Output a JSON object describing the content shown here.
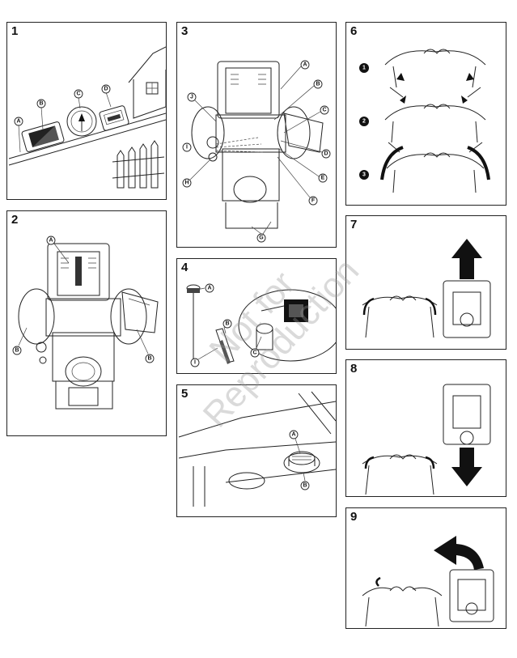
{
  "panels": [
    {
      "number": "1",
      "labels": [
        "A",
        "B",
        "C",
        "D"
      ]
    },
    {
      "number": "2",
      "labels": [
        "A",
        "B",
        "B"
      ]
    },
    {
      "number": "3",
      "labels": [
        "A",
        "B",
        "C",
        "D",
        "E",
        "F",
        "G",
        "H",
        "I",
        "J"
      ]
    },
    {
      "number": "4",
      "labels": [
        "A",
        "B",
        "C",
        "I"
      ]
    },
    {
      "number": "5",
      "labels": [
        "A",
        "B"
      ]
    },
    {
      "number": "6",
      "steps": [
        "1",
        "2",
        "3"
      ]
    },
    {
      "number": "7"
    },
    {
      "number": "8"
    },
    {
      "number": "9"
    }
  ],
  "watermark": {
    "line1": "Not for",
    "line2": "Reproduction"
  }
}
